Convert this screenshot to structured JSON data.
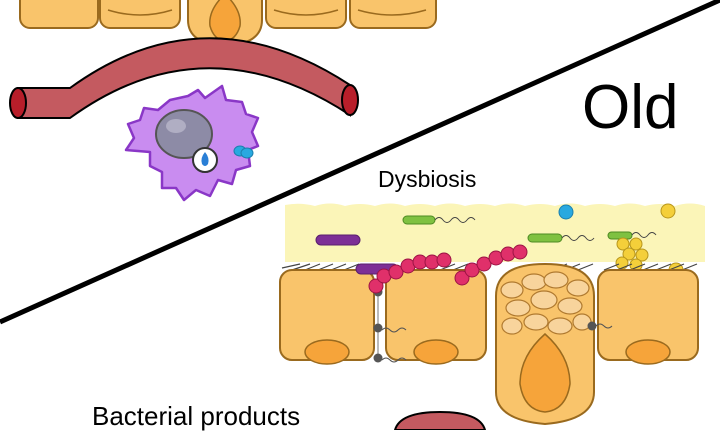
{
  "labels": {
    "old": "Old",
    "dysbiosis": "Dysbiosis",
    "bacterial_products": "Bacterial products"
  },
  "colors": {
    "cell_fill": "#f9c46b",
    "cell_stroke": "#9a6a1e",
    "nucleus_fill": "#f6a43a",
    "vessel_fill": "#c45a60",
    "vessel_cap": "#b81e2a",
    "macrophage_fill": "#c98cf0",
    "macrophage_stroke": "#8a37c7",
    "mucus_fill": "#fbf5b8",
    "strep_fill": "#e0306a",
    "green_bacterium": "#7fc141",
    "purple_bacterium": "#7d2f96",
    "blue_coccus": "#29a9e0",
    "yellow_coccus": "#f4cf3a",
    "junction": "#555555",
    "divider": "#000000"
  },
  "icons": [
    "macrophage-icon",
    "blood-vessel-icon",
    "epithelial-cell-icon",
    "goblet-cell-icon",
    "bacterium-icon"
  ]
}
